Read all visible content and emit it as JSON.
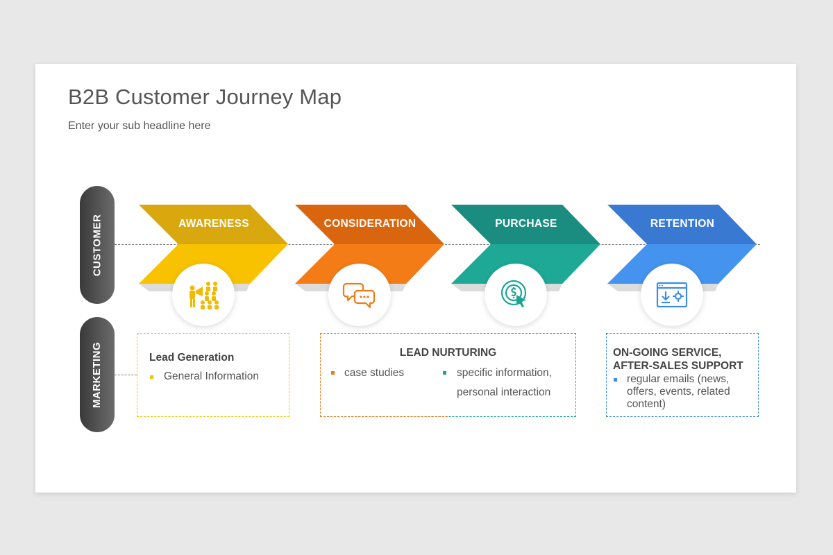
{
  "title": "B2B Customer Journey Map",
  "subtitle": "Enter your sub headline here",
  "rows": {
    "customer": "CUSTOMER",
    "marketing": "MARKETING"
  },
  "stages": [
    {
      "label": "AWARENESS",
      "top_color": "#d9a80f",
      "bottom_color": "#f8c200",
      "icon": "audience-megaphone-icon"
    },
    {
      "label": "CONSIDERATION",
      "top_color": "#d9660f",
      "bottom_color": "#f47c16",
      "icon": "chat-bubbles-icon"
    },
    {
      "label": "PURCHASE",
      "top_color": "#1a8d80",
      "bottom_color": "#1ea896",
      "icon": "target-click-icon"
    },
    {
      "label": "RETENTION",
      "top_color": "#3979d2",
      "bottom_color": "#4493ee",
      "icon": "download-settings-icon"
    }
  ],
  "marketing": {
    "lead_generation": {
      "heading": "Lead Generation",
      "items": [
        "General Information"
      ],
      "bullet_color": "#f2c200"
    },
    "lead_nurturing": {
      "heading": "LEAD NURTURING",
      "left_items": [
        "case studies"
      ],
      "right_items": [
        "specific information,",
        "personal interaction"
      ],
      "left_bullet_color": "#f07b14",
      "right_bullet_color": "#1aa593"
    },
    "support": {
      "heading_line1": "ON-GOING SERVICE,",
      "heading_line2": "AFTER-SALES SUPPORT",
      "items": [
        "regular emails (news,",
        "offers, events, related",
        "content)"
      ],
      "bullet_color": "#3b8de8"
    }
  }
}
